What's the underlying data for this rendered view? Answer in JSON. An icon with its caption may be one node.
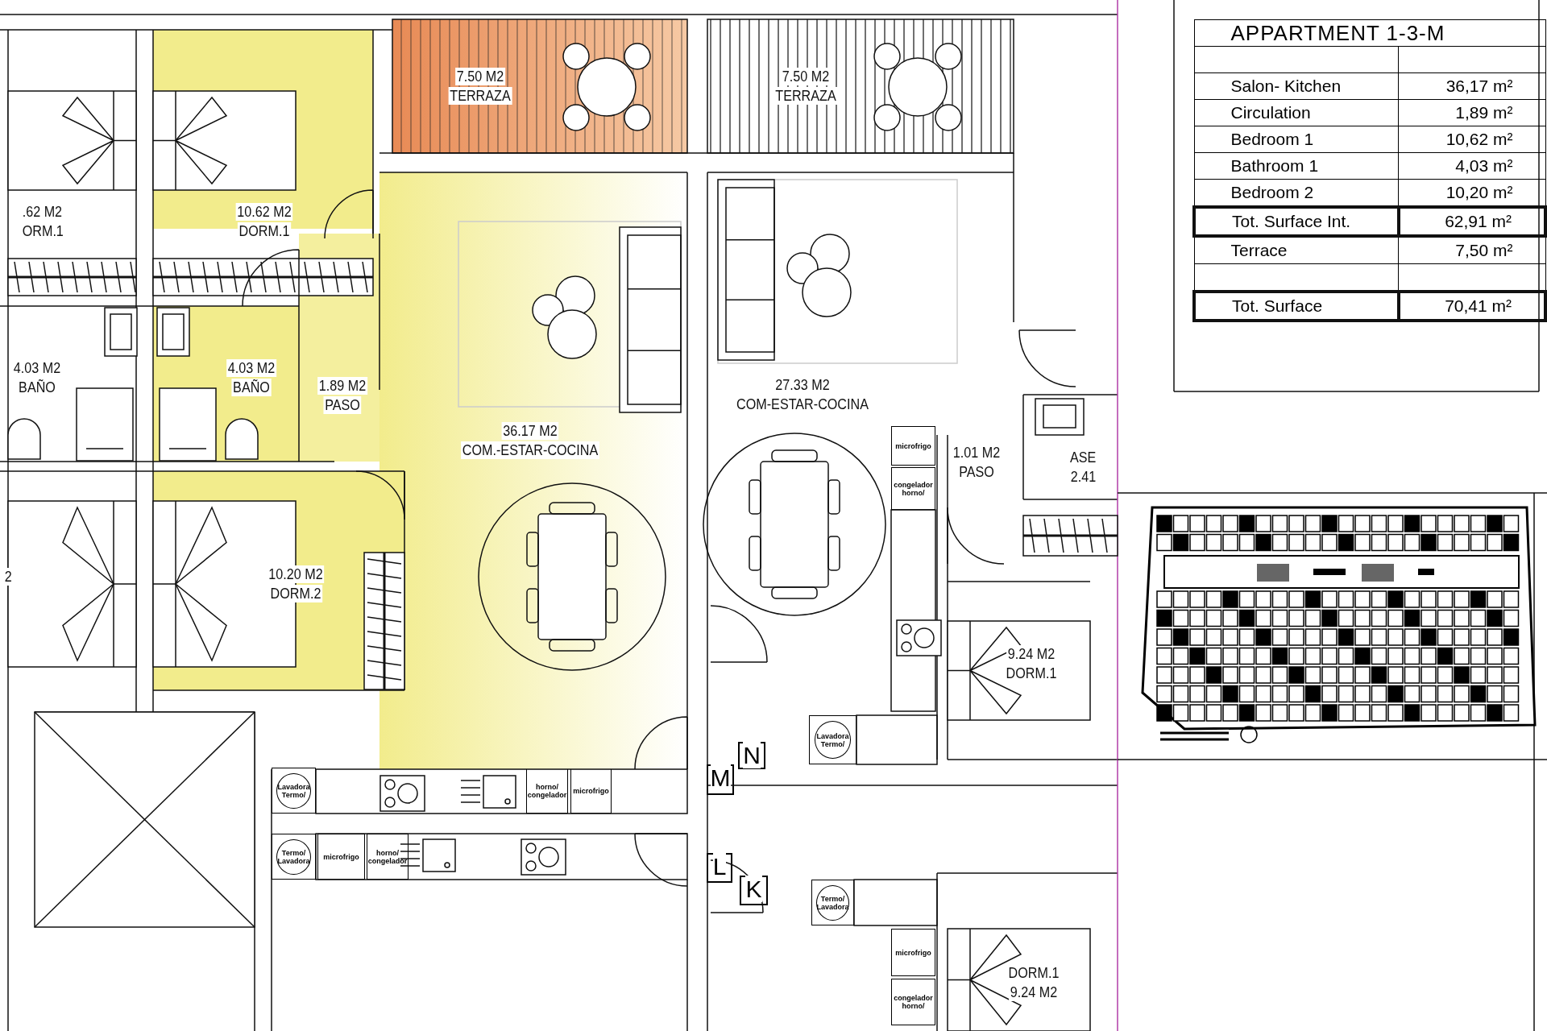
{
  "diagram": {
    "nodes": [
      {
        "text": [
          "7.50 M2",
          "TERRAZA"
        ]
      },
      {
        "text": [
          "7.50 M2",
          "TERRAZA"
        ]
      },
      {
        "text": [
          ".62 M2",
          "ORM.1"
        ]
      },
      {
        "text": [
          "10.62 M2",
          "DORM.1"
        ]
      },
      {
        "text": [
          "4.03 M2",
          "BAÑO"
        ]
      },
      {
        "text": [
          "4.03 M2",
          "BAÑO"
        ]
      },
      {
        "text": [
          "1.89 M2",
          "PASO"
        ]
      },
      {
        "text": [
          "36.17 M2",
          "COM.-ESTAR-COCINA"
        ]
      },
      {
        "text": [
          "2"
        ]
      },
      {
        "text": [
          "10.20 M2",
          "DORM.2"
        ]
      },
      {
        "text": [
          "27.33 M2",
          "COM-ESTAR-COCINA"
        ]
      },
      {
        "text": [
          "1.01 M2",
          "PASO"
        ]
      },
      {
        "text": [
          "ASE",
          "2.41"
        ]
      },
      {
        "text": [
          "9.24 M2",
          "DORM.1"
        ]
      },
      {
        "text": [
          "DORM.1",
          "9.24 M2"
        ]
      },
      {
        "text": [
          "N"
        ]
      },
      {
        "text": [
          "M"
        ]
      },
      {
        "text": [
          "L"
        ]
      },
      {
        "text": [
          "K"
        ]
      },
      {
        "text": [
          "microfrigo"
        ]
      },
      {
        "text": [
          "congelador horno/"
        ]
      },
      {
        "text": [
          "Lavadora Termo/"
        ]
      },
      {
        "text": [
          "Lavadora Termo/"
        ]
      },
      {
        "text": [
          "horno/ congelador"
        ]
      },
      {
        "text": [
          "microfrigo"
        ]
      },
      {
        "text": [
          "Termo/ Lavadora"
        ]
      },
      {
        "text": [
          "microfrigo"
        ]
      },
      {
        "text": [
          "horno/ congelador"
        ]
      },
      {
        "text": [
          "Termo/ Lavadora"
        ]
      },
      {
        "text": [
          "microfrigo"
        ]
      },
      {
        "text": [
          "congelador horno/"
        ]
      }
    ],
    "edges": [],
    "labels": [
      "APPARTMENT 1-3-M",
      "Salon- Kitchen",
      "36,17 m²",
      "Circulation",
      "1,89 m²",
      "Bedroom 1",
      "10,62 m²",
      "Bathroom 1",
      "4,03 m²",
      "Bedroom 2",
      "10,20 m²",
      "Tot. Surface Int.",
      "62,91 m²",
      "Terrace",
      "7,50 m²",
      "Tot. Surface",
      "70,41 m²"
    ]
  }
}
